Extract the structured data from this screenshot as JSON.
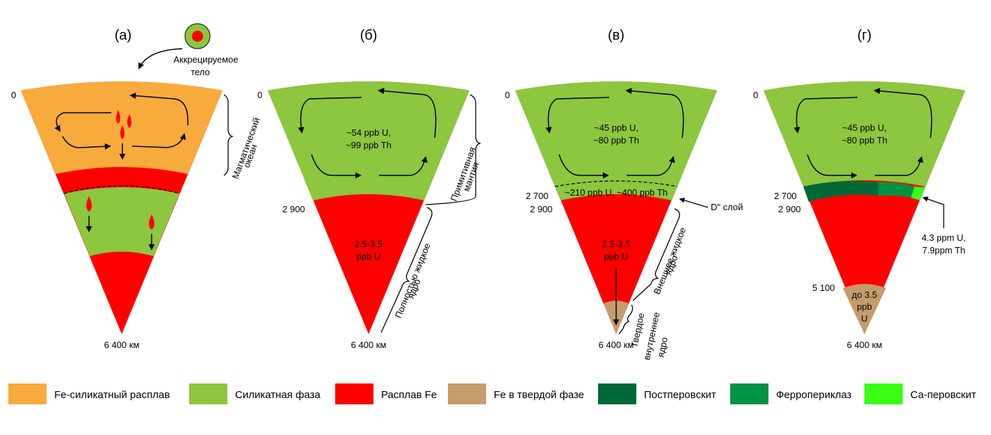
{
  "panels": [
    {
      "label": "(а)",
      "accreting_body_label": [
        "Аккрецируемое",
        "тело"
      ],
      "depth_top": "0",
      "depth_bottom": "6 400 км",
      "side_label": [
        "Магматический",
        "океан"
      ]
    },
    {
      "label": "(б)",
      "depth_top": "0",
      "depth_mid": "2 900",
      "depth_bottom": "6 400 км",
      "mantle_text": [
        "~54 ppb U,",
        "~99 ppb Th"
      ],
      "core_text": [
        "2.5-3.5",
        "ppb U"
      ],
      "mantle_side_label": [
        "Примитивная",
        "мантия"
      ],
      "core_side_label": [
        "Полностью жидкое",
        "ядро"
      ]
    },
    {
      "label": "(в)",
      "depth_top": "0",
      "depth_dlayer": "2 700",
      "depth_mid": "2 900",
      "depth_bottom": "6 400 км",
      "mantle_text": [
        "~45 ppb U,",
        "~80 ppb Th"
      ],
      "dlayer_text": "~210 ppb U, ~400 ppb Th",
      "dlayer_label": "D\" слой",
      "core_text": [
        "2.5-3.5",
        "ppb U"
      ],
      "outer_core_label": [
        "Внешнее жидкое",
        "ядро"
      ],
      "inner_core_label": [
        "Твердое",
        "внутреннее",
        "ядро"
      ]
    },
    {
      "label": "(г)",
      "depth_top": "0",
      "depth_dlayer": "2 700",
      "depth_mid": "2 900",
      "depth_inner": "5 100",
      "depth_bottom": "6 400 км",
      "mantle_text": [
        "~45 ppb U,",
        "~80 ppb Th"
      ],
      "inner_core_text": [
        "до 3.5",
        "ppb",
        "U"
      ],
      "callout_text": [
        "4.3 ppm U,",
        "7.9ppm Th"
      ]
    }
  ],
  "legend": [
    {
      "label": "Fe-силикатный расплав",
      "color": "#f8ab3d"
    },
    {
      "label": "Силикатная фаза",
      "color": "#8dc63f"
    },
    {
      "label": "Расплав Fe",
      "color": "#ff0000"
    },
    {
      "label": "Fe в твердой фазе",
      "color": "#c69c6d"
    },
    {
      "label": "Постперовскит",
      "color": "#006837"
    },
    {
      "label": "Ферропериклаз",
      "color": "#009245"
    },
    {
      "label": "Са-перовскит",
      "color": "#39ff14"
    }
  ]
}
